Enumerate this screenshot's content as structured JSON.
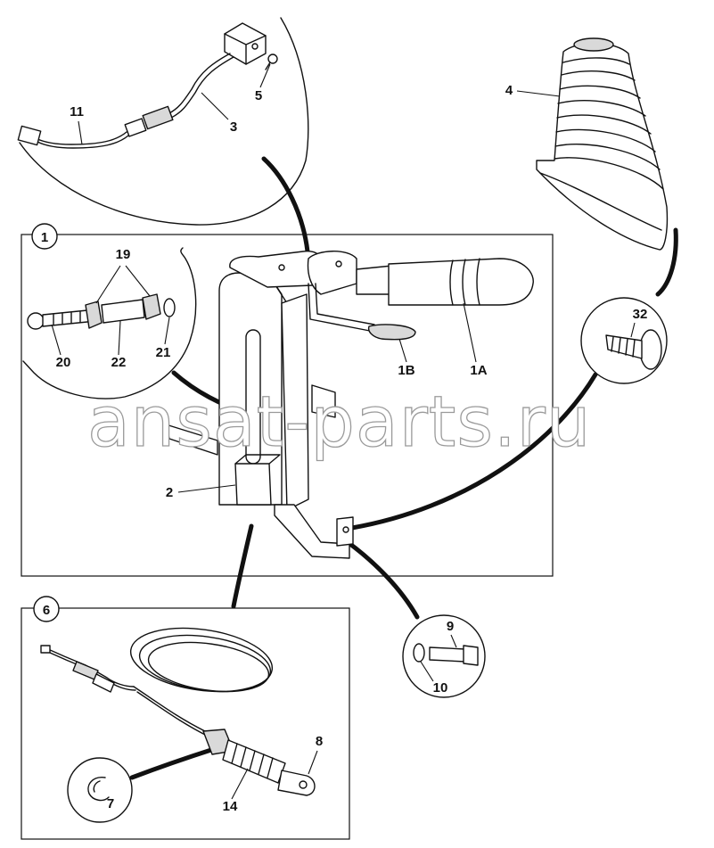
{
  "watermark": "ansat-parts.ru",
  "panels": {
    "main": {
      "badge": "1"
    },
    "cable": {
      "badge": "6"
    }
  },
  "callouts": {
    "c1A": "1A",
    "c1B": "1B",
    "c2": "2",
    "c3": "3",
    "c4": "4",
    "c5": "5",
    "c7": "7",
    "c8": "8",
    "c9": "9",
    "c10": "10",
    "c11": "11",
    "c14": "14",
    "c19": "19",
    "c20": "20",
    "c21": "21",
    "c22": "22",
    "c32": "32"
  }
}
